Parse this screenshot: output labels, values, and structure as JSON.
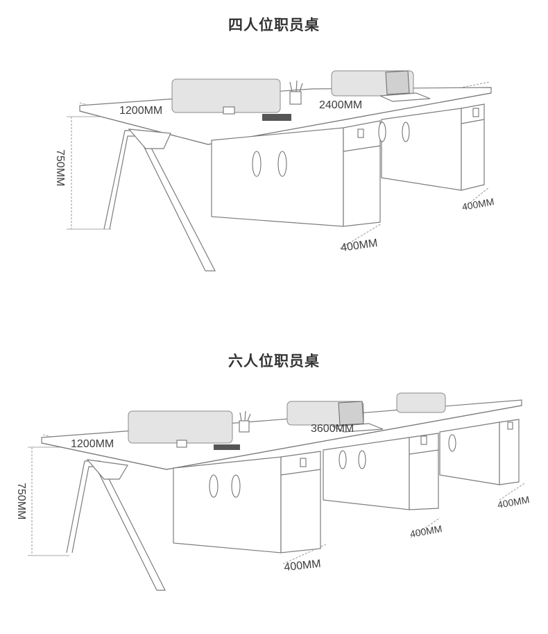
{
  "sections": [
    {
      "title": "四人位职员桌",
      "dims": {
        "depth": "1200MM",
        "length": "2400MM",
        "height": "750MM",
        "cab_front": "400MM",
        "cab_back": "400MM"
      }
    },
    {
      "title": "六人位职员桌",
      "dims": {
        "depth": "1200MM",
        "length": "3600MM",
        "height": "750MM",
        "cab_front": "400MM",
        "cab_mid": "400MM",
        "cab_back": "400MM"
      }
    }
  ]
}
